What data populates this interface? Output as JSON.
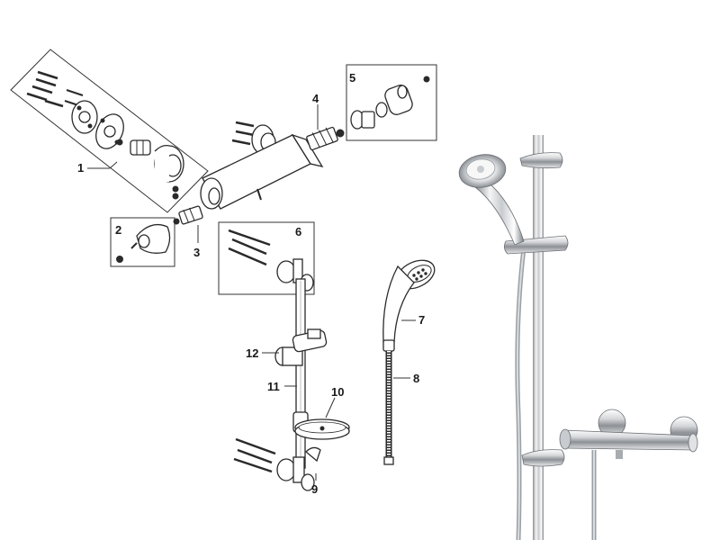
{
  "diagram": {
    "callouts": [
      {
        "id": "1",
        "text": "1"
      },
      {
        "id": "2",
        "text": "2"
      },
      {
        "id": "3",
        "text": "3"
      },
      {
        "id": "4",
        "text": "4"
      },
      {
        "id": "5",
        "text": "5"
      },
      {
        "id": "6",
        "text": "6"
      },
      {
        "id": "7",
        "text": "7"
      },
      {
        "id": "8",
        "text": "8"
      },
      {
        "id": "9",
        "text": "9"
      },
      {
        "id": "10",
        "text": "10"
      },
      {
        "id": "11",
        "text": "11"
      },
      {
        "id": "12",
        "text": "12"
      }
    ]
  },
  "colors": {
    "line": "#2a2a2a",
    "chrome_light": "#f2f2f2",
    "chrome_mid": "#b9bcc0",
    "chrome_dark": "#6c7075"
  },
  "icons": [
    "exploded-parts-diagram",
    "shower-product-photo"
  ]
}
